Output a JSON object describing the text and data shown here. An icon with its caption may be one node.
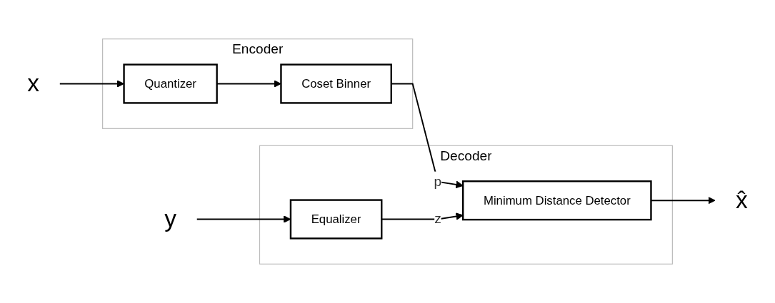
{
  "diagram": {
    "nodes": [
      {
        "text": [
          "x"
        ]
      },
      {
        "text": [
          "Encoder"
        ]
      },
      {
        "text": [
          "Quantizer"
        ],
        "in": 1
      },
      {
        "text": [
          "Coset Binner"
        ],
        "in": 1
      },
      {
        "text": [
          "Decoder"
        ]
      },
      {
        "text": [
          "Minimum Distance Detector"
        ],
        "in": 4
      },
      {
        "text": [
          "Equalizer"
        ],
        "in": 4
      },
      {
        "text": [
          "x̂"
        ]
      },
      {
        "text": [
          "y"
        ]
      }
    ],
    "edges": [
      {
        "from": 0,
        "to": 2,
        "arrow": "to"
      },
      {
        "from": 2,
        "to": 3,
        "arrow": "to"
      },
      {
        "from": 3,
        "to": 5,
        "label": "p",
        "arrow": "to"
      },
      {
        "from": 5,
        "to": 7,
        "arrow": "to"
      },
      {
        "from": 6,
        "to": 5,
        "label": "z",
        "arrow": "to"
      },
      {
        "from": 8,
        "to": 6,
        "arrow": "to"
      }
    ]
  }
}
